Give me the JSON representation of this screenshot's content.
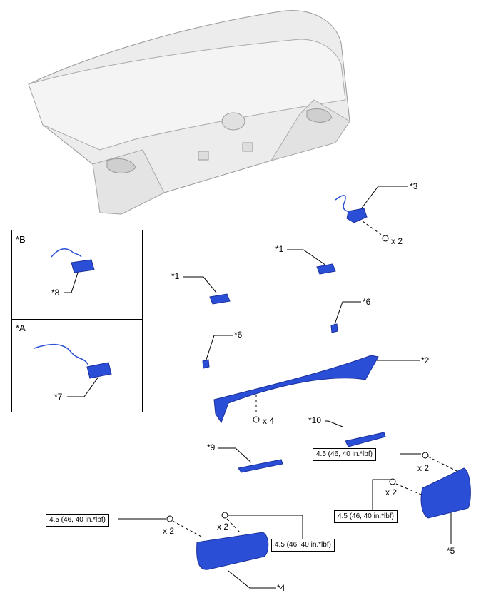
{
  "callouts": {
    "c1a": "*1",
    "c1b": "*1",
    "c2": "*2",
    "c3": "*3",
    "c4": "*4",
    "c5": "*5",
    "c6a": "*6",
    "c6b": "*6",
    "c7": "*7",
    "c8": "*8",
    "c9": "*9",
    "c10": "*10"
  },
  "insets": {
    "b": "*B",
    "a": "*A"
  },
  "quantities": {
    "q3": "x 2",
    "q4": "x 4",
    "q5a": "x 2",
    "q5b": "x 2",
    "q4a": "x 2",
    "q4b": "x 2"
  },
  "torques": {
    "t1": "4.5 (46, 40 in.*lbf)",
    "t2": "4.5 (46, 40 in.*lbf)",
    "t3": "4.5 (46, 40 in.*lbf)",
    "t4": "4.5 (46, 40 in.*lbf)"
  },
  "colors": {
    "part_blue": "#2a4fd6",
    "part_blue_dark": "#1a2f9a",
    "trunk_lid": "#e8e8e8",
    "line": "#000000"
  }
}
